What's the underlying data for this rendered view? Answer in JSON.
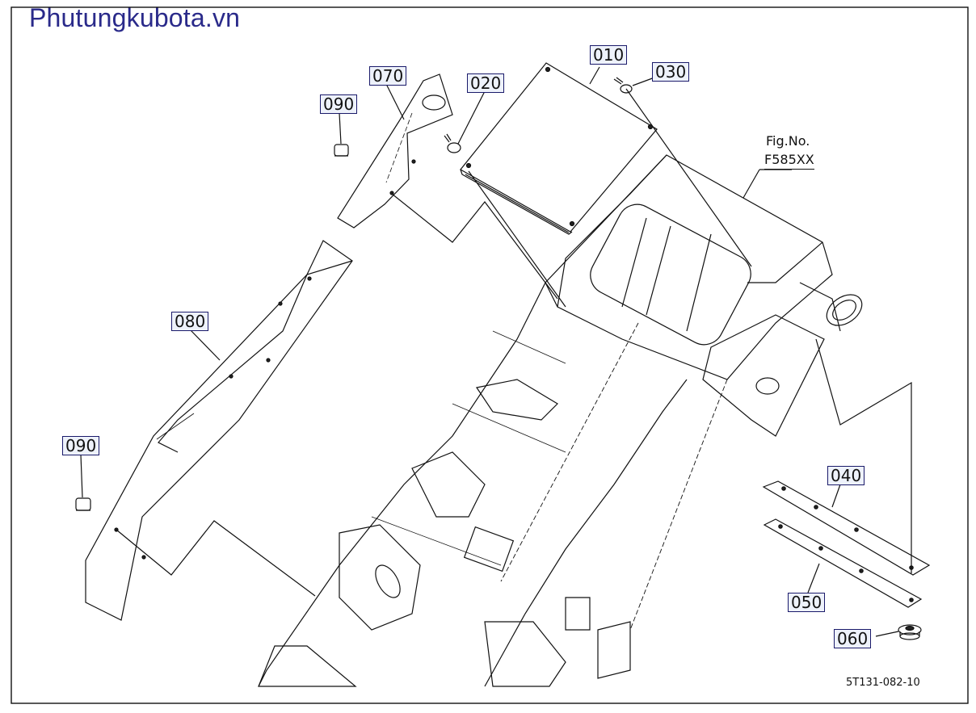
{
  "site": {
    "title": "Phutungkubota.vn"
  },
  "figure": {
    "fig_label": "Fig.No.",
    "fig_number": "F585XX",
    "drawing_code": "5T131-082-10"
  },
  "parts": [
    {
      "id": "010"
    },
    {
      "id": "020"
    },
    {
      "id": "030"
    },
    {
      "id": "040"
    },
    {
      "id": "050"
    },
    {
      "id": "060"
    },
    {
      "id": "070"
    },
    {
      "id": "080"
    },
    {
      "id": "090"
    },
    {
      "id": "090"
    }
  ]
}
